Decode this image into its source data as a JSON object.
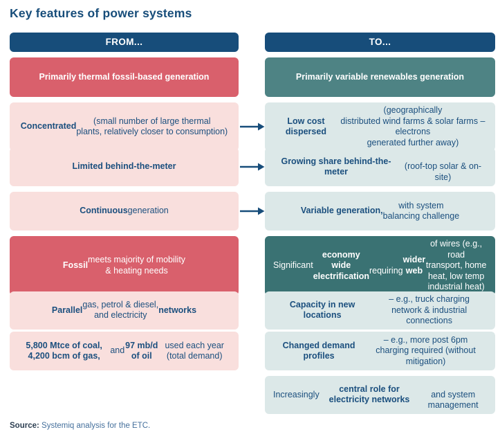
{
  "title": "Key features of power systems",
  "columns": {
    "from": {
      "header": "FROM..."
    },
    "to": {
      "header": "TO..."
    }
  },
  "rows": [
    {
      "left": {
        "variant": "red",
        "segments": [
          {
            "t": "Primarily thermal fossil-based generation",
            "b": true
          }
        ]
      },
      "arrow": false,
      "right": {
        "variant": "teal",
        "segments": [
          {
            "t": "Primarily variable renewables generation",
            "b": true
          }
        ]
      }
    },
    {
      "left": {
        "variant": "pink",
        "segments": [
          {
            "t": "Concentrated",
            "b": true
          },
          {
            "t": " (small number of large thermal\nplants, relatively closer to consumption)",
            "b": false
          }
        ]
      },
      "arrow": true,
      "right": {
        "variant": "light",
        "segments": [
          {
            "t": "Low cost dispersed",
            "b": true
          },
          {
            "t": " (geographically\ndistributed wind farms & solar farms – electrons\ngenerated further away)",
            "b": false
          }
        ]
      }
    },
    {
      "left": {
        "variant": "pink",
        "segments": [
          {
            "t": "Limited behind-the-meter",
            "b": true
          }
        ]
      },
      "arrow": true,
      "right": {
        "variant": "light",
        "segments": [
          {
            "t": "Growing share behind-the-meter",
            "b": true
          },
          {
            "t": "\n(roof-top solar & on-site)",
            "b": false
          }
        ]
      }
    },
    {
      "left": {
        "variant": "pink",
        "segments": [
          {
            "t": "Continuous",
            "b": true
          },
          {
            "t": " generation",
            "b": false
          }
        ]
      },
      "arrow": true,
      "right": {
        "variant": "light",
        "segments": [
          {
            "t": "Variable generation,",
            "b": true
          },
          {
            "t": " with system\nbalancing challenge",
            "b": false
          }
        ]
      }
    },
    {
      "left": {
        "variant": "red",
        "segments": [
          {
            "t": "Fossil",
            "b": true
          },
          {
            "t": " meets majority of mobility\n& heating needs",
            "b": false
          }
        ]
      },
      "arrow": false,
      "right": {
        "variant": "dark",
        "segments": [
          {
            "t": "Significant ",
            "b": false
          },
          {
            "t": "economy wide electrification",
            "b": true
          },
          {
            "t": "\nrequiring ",
            "b": false
          },
          {
            "t": "wider web",
            "b": true
          },
          {
            "t": " of wires (e.g., road\ntransport, home heat, low temp industrial heat)",
            "b": false
          }
        ]
      }
    },
    {
      "left": {
        "variant": "pink",
        "segments": [
          {
            "t": "Parallel",
            "b": true
          },
          {
            "t": " gas, petrol & diesel,\nand electricity ",
            "b": false
          },
          {
            "t": "networks",
            "b": true
          }
        ]
      },
      "arrow": false,
      "right": {
        "variant": "light",
        "segments": [
          {
            "t": "Capacity in new locations",
            "b": true
          },
          {
            "t": " – e.g., truck charging\nnetwork & industrial connections",
            "b": false
          }
        ]
      }
    },
    {
      "left": {
        "variant": "pink",
        "segments": [
          {
            "t": "5,800 Mtce of coal, 4,200 bcm of gas,",
            "b": true
          },
          {
            "t": " and\n",
            "b": false
          },
          {
            "t": "97 mb/d of oil",
            "b": true
          },
          {
            "t": " used each year (total demand)",
            "b": false
          }
        ]
      },
      "arrow": false,
      "right": {
        "variant": "light",
        "segments": [
          {
            "t": "Changed demand profiles",
            "b": true
          },
          {
            "t": " – e.g., more post 6pm\ncharging required (without mitigation)",
            "b": false
          }
        ]
      }
    },
    {
      "left": null,
      "arrow": false,
      "right": {
        "variant": "light",
        "segments": [
          {
            "t": "Increasingly ",
            "b": false
          },
          {
            "t": "central role for electricity networks",
            "b": true
          },
          {
            "t": "\nand system management",
            "b": false
          }
        ]
      }
    }
  ],
  "source": {
    "label": "Source:",
    "text": " Systemiq analysis for the ETC."
  },
  "colors": {
    "navy": "#174d7a",
    "red": "#d9606c",
    "pink": "#f9dfdd",
    "teal": "#4e8384",
    "teal_dark": "#3a7273",
    "teal_light": "#dce8e8",
    "text_navy": "#1b4f7e",
    "source_label": "#2e4053",
    "source_text": "#45709c"
  }
}
